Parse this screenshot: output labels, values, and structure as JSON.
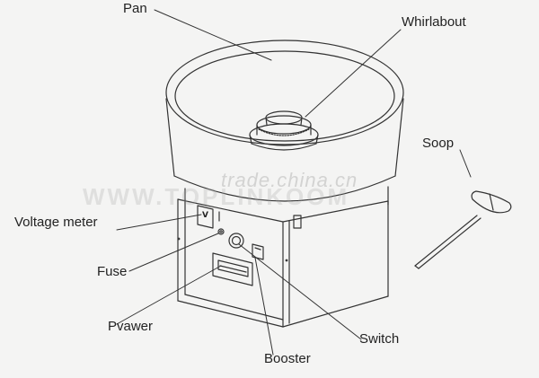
{
  "labels": {
    "pan": "Pan",
    "whirlabout": "Whirlabout",
    "soop": "Soop",
    "voltage_meter": "Voltage meter",
    "fuse": "Fuse",
    "pvawer": "Pvawer",
    "booster": "Booster",
    "switch": "Switch"
  },
  "meter_glyph": "V",
  "watermark": {
    "site": "trade.china.cn",
    "brand": "WWW.TOPLINKOOM"
  },
  "colors": {
    "line": "#333333",
    "background": "#f4f4f3"
  }
}
